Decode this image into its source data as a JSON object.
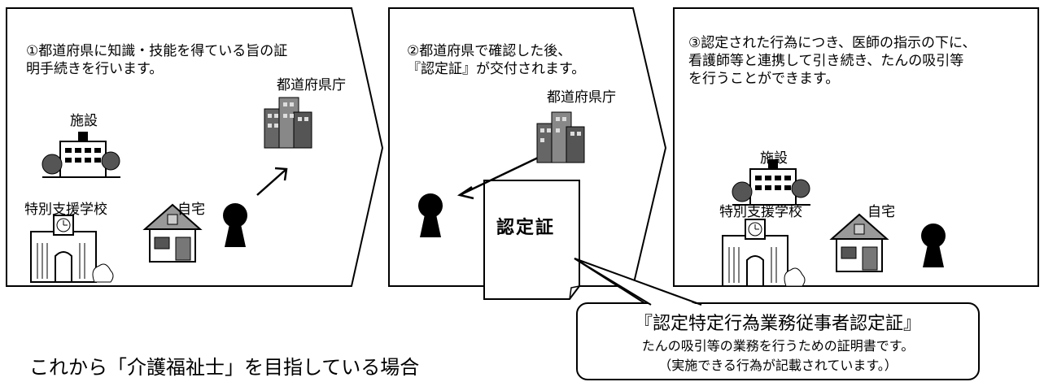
{
  "panels": [
    {
      "text": "①都道府県に知識・技能を得ている旨の証\n明手続きを行います。",
      "labels": {
        "facility": "施設",
        "school": "特別支援学校",
        "home": "自宅",
        "prefecture": "都道府県庁"
      }
    },
    {
      "text": "②都道府県で確認した後、\n『認定証』が交付されます。",
      "labels": {
        "prefecture": "都道府県庁"
      },
      "certificate": "認定証"
    },
    {
      "text": "③認定された行為につき、医師の指示の下に、\n看護師等と連携して引き続き、たんの吸引等\nを行うことができます。",
      "labels": {
        "facility": "施設",
        "school": "特別支援学校",
        "home": "自宅"
      }
    }
  ],
  "callout": {
    "title": "『認定特定行為業務従事者認定証』",
    "line1": "たんの吸引等の業務を行うための証明書です。",
    "line2": "（実施できる行為が記載されています。）"
  },
  "bottom_text": "これから「介護福祉士」を目指している場合"
}
